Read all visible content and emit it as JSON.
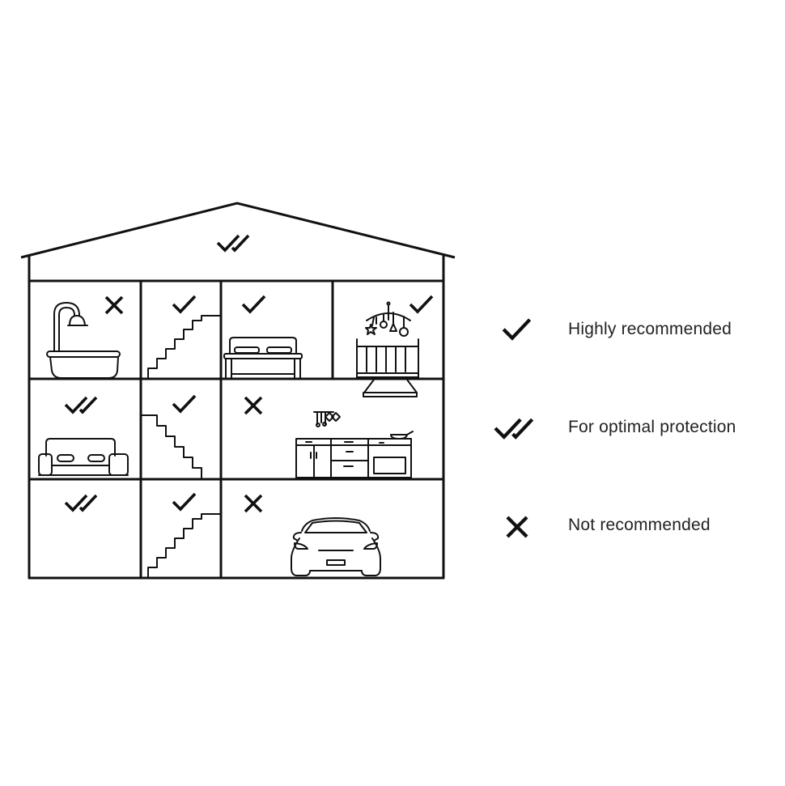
{
  "rooms": [
    {
      "id": "attic",
      "rating": "optimal"
    },
    {
      "id": "bathroom",
      "rating": "not"
    },
    {
      "id": "upper-stairs",
      "rating": "highly"
    },
    {
      "id": "bedroom",
      "rating": "highly"
    },
    {
      "id": "nursery",
      "rating": "highly"
    },
    {
      "id": "living-room",
      "rating": "optimal"
    },
    {
      "id": "middle-stairs",
      "rating": "highly"
    },
    {
      "id": "kitchen",
      "rating": "not"
    },
    {
      "id": "basement",
      "rating": "optimal"
    },
    {
      "id": "lower-stairs",
      "rating": "highly"
    },
    {
      "id": "garage",
      "rating": "not"
    }
  ],
  "legend": [
    {
      "rating": "highly",
      "label": "Highly recommended",
      "icon": "check-icon"
    },
    {
      "rating": "optimal",
      "label": "For optimal protection",
      "icon": "double-check-icon"
    },
    {
      "rating": "not",
      "label": "Not recommended",
      "icon": "x-icon"
    }
  ],
  "colors": {
    "stroke": "#111111",
    "text": "#222222",
    "background": "#ffffff"
  }
}
